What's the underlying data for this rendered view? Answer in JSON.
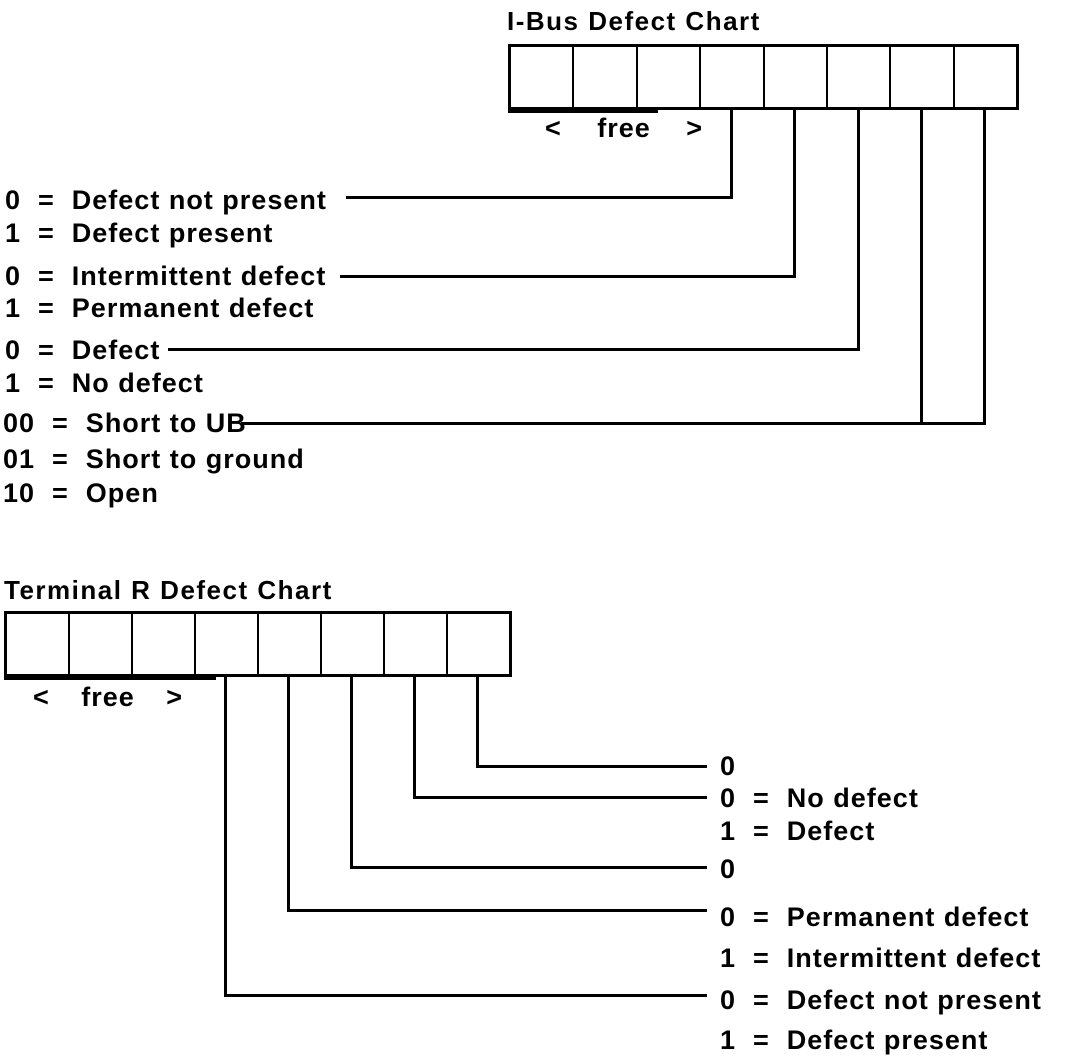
{
  "ibus": {
    "title": "I-Bus Defect Chart",
    "free": {
      "open": "<",
      "label": "free",
      "close": ">"
    },
    "legend": [
      "0  =  Defect not present",
      "1  =  Defect present",
      "0  =  Intermittent defect",
      "1  =  Permanent defect",
      "0  =  Defect",
      "1  =  No defect",
      "00  =  Short to UB",
      "01  =  Short to ground",
      "10  =  Open"
    ]
  },
  "terminal_r": {
    "title": "Terminal R Defect Chart",
    "free": {
      "open": "<",
      "label": "free",
      "close": ">"
    },
    "legend": [
      "0",
      "0  =  No defect",
      "1  =  Defect",
      "0",
      "0  =  Permanent defect",
      "1  =  Intermittent defect",
      "0  =  Defect not present",
      "1  =  Defect present"
    ]
  }
}
